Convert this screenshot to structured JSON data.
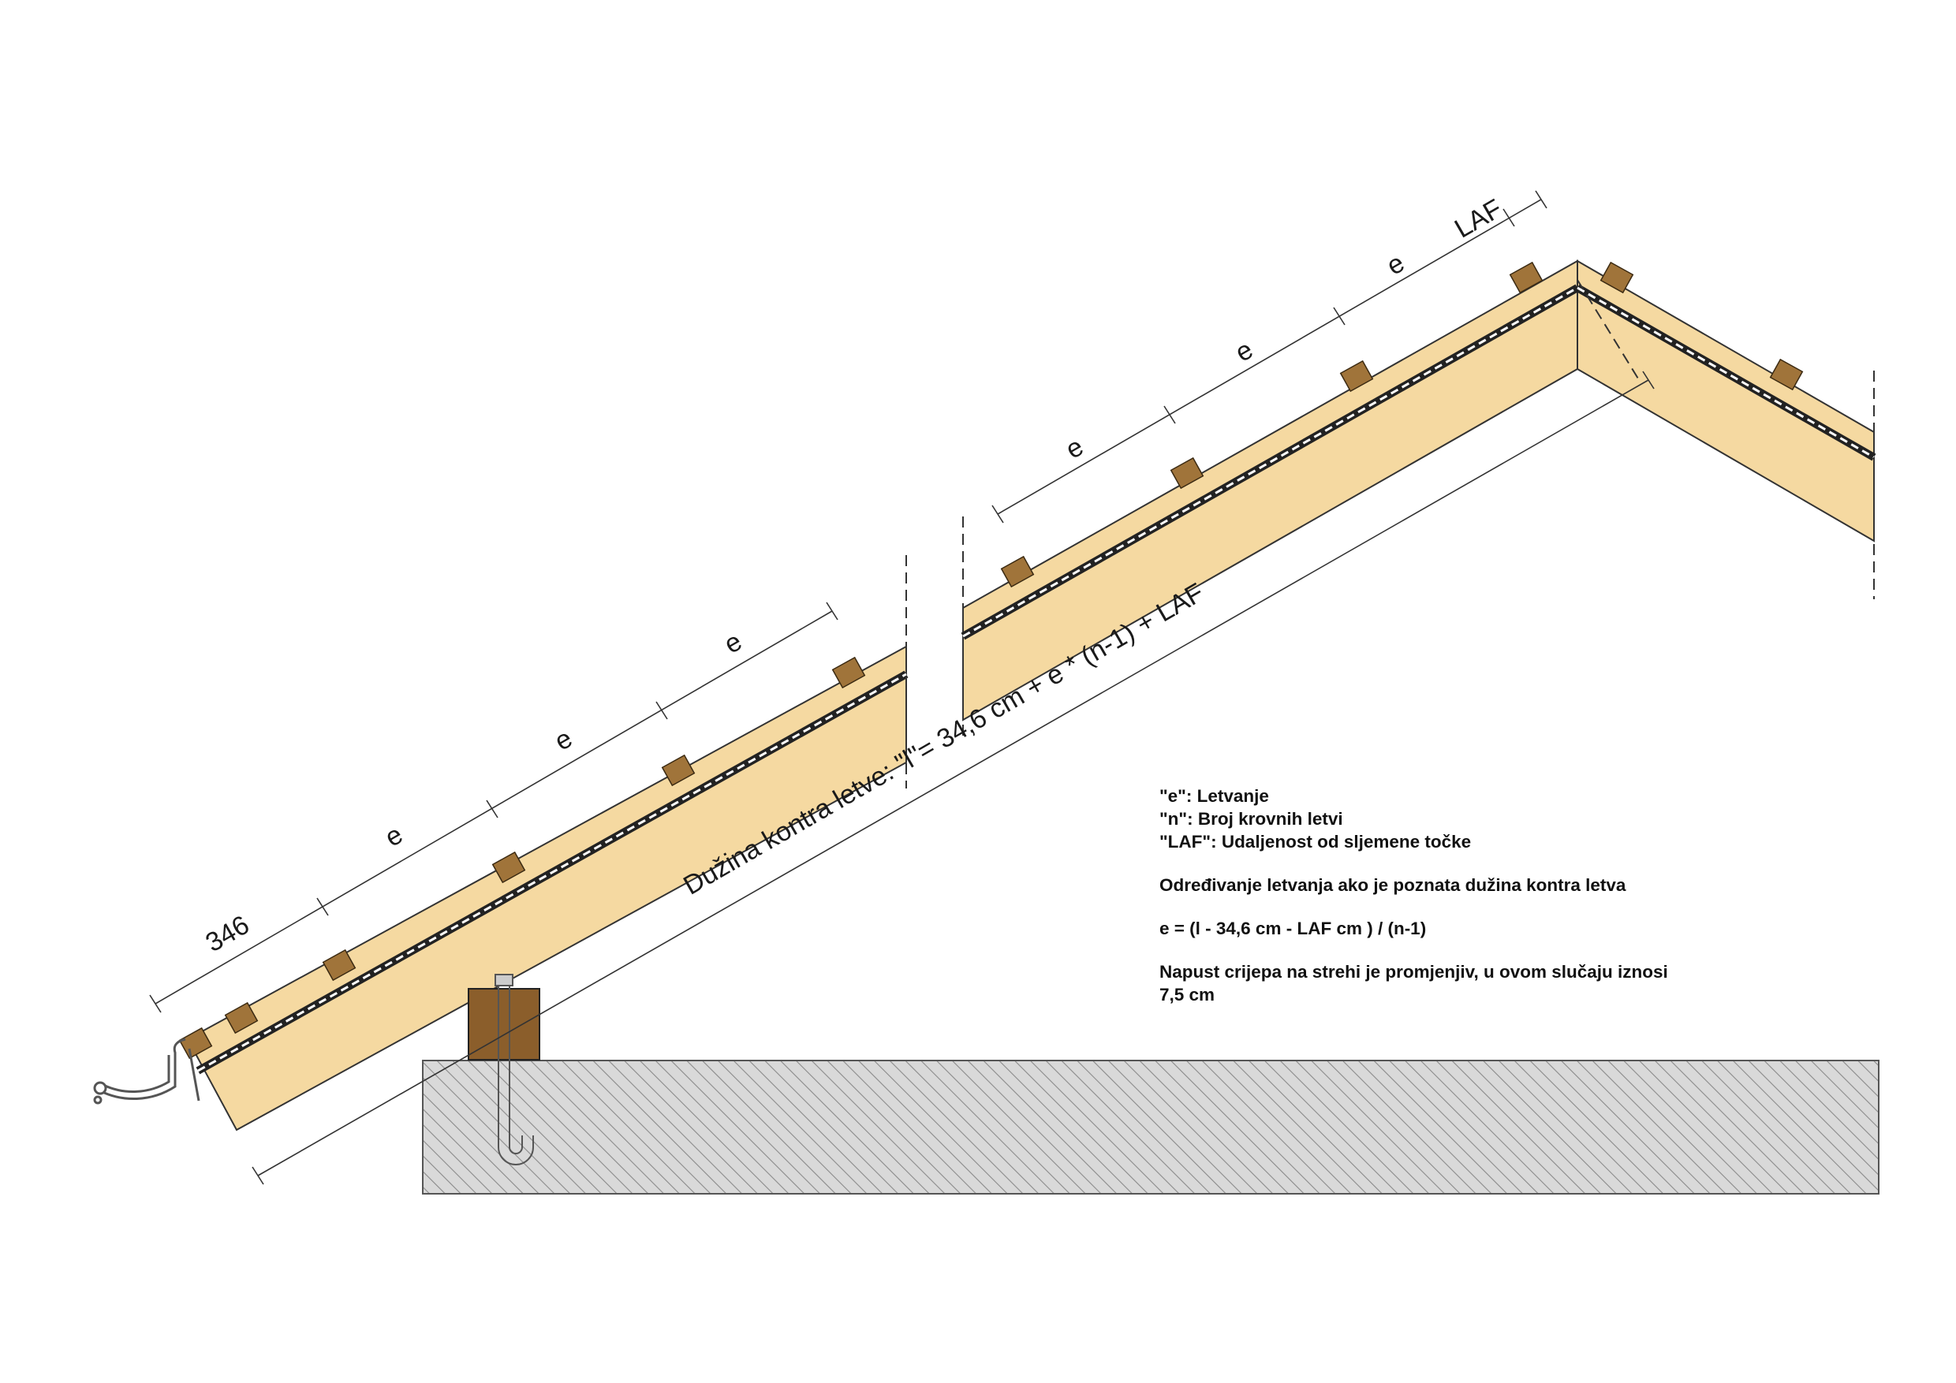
{
  "colors": {
    "wood": "#f5d9a1",
    "batten": "#a0743a",
    "outline": "#333333",
    "ground": "#d9d9d9",
    "hatch": "#8a8a8a"
  },
  "dimensions": {
    "eave_segment": "346",
    "spacing": "e",
    "ridge_segment": "LAF",
    "counter_batten_length": "Dužina kontra letve: \"l\"= 34,6 cm + e * (n-1) + LAF"
  },
  "legend": {
    "e_def": "\"e\": Letvanje",
    "n_def": "\"n\": Broj krovnih letvi",
    "laf_def": "\"LAF\": Udaljenost od sljemene točke",
    "heading": "Određivanje letvanja ako je poznata dužina kontra letva",
    "formula": "e = (l - 34,6 cm - LAF cm ) / (n-1)",
    "overhang_line1": "Napust crijepa na strehi je promjenjiv, u ovom slučaju iznosi",
    "overhang_line2": "7,5 cm"
  }
}
